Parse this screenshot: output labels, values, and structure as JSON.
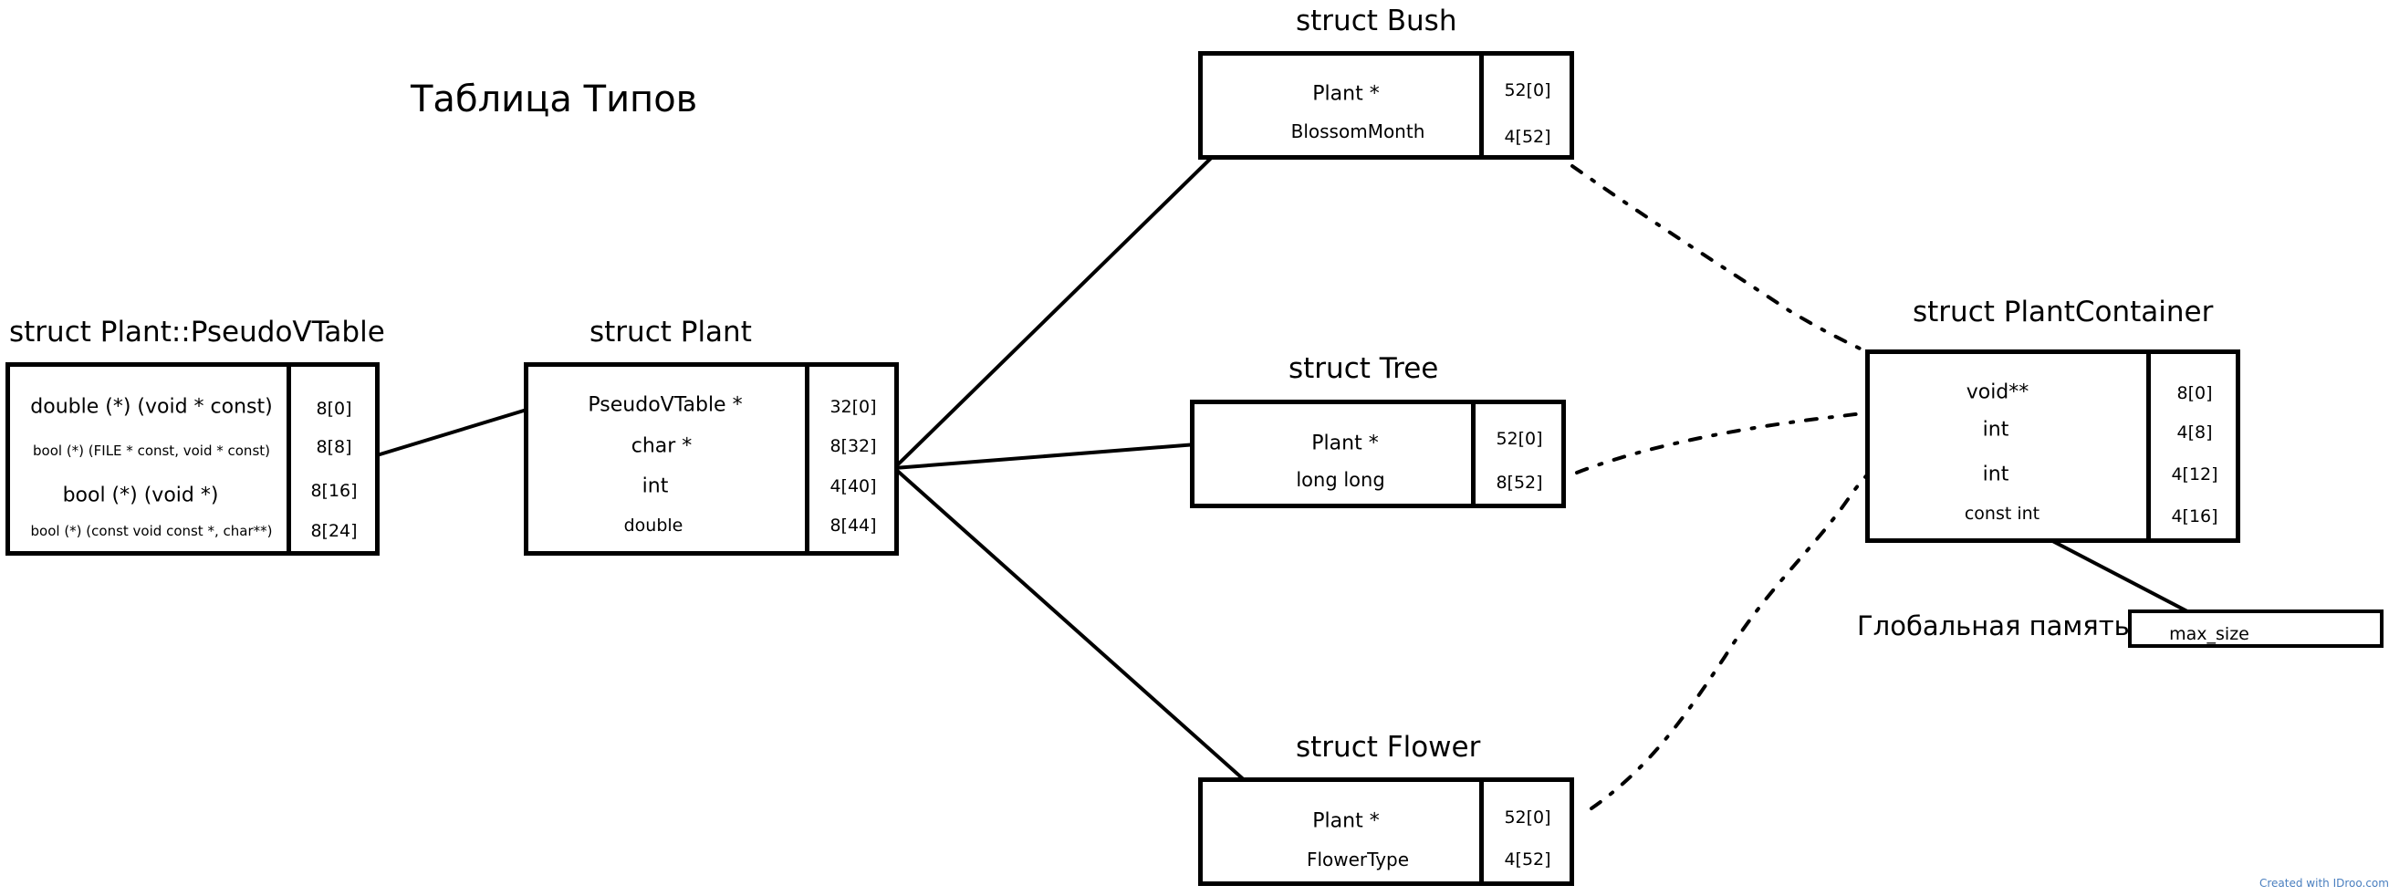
{
  "heading": "Таблица Типов",
  "vtable": {
    "title": "struct Plant::PseudoVTable",
    "rows": [
      {
        "type": "double (*) (void * const)",
        "offset": "8[0]"
      },
      {
        "type": "bool (*) (FILE * const, void * const)",
        "offset": "8[8]"
      },
      {
        "type": "bool (*) (void *)",
        "offset": "8[16]"
      },
      {
        "type": "bool (*) (const void const *, char**)",
        "offset": "8[24]"
      }
    ]
  },
  "plant": {
    "title": "struct Plant",
    "rows": [
      {
        "type": "PseudoVTable *",
        "offset": "32[0]"
      },
      {
        "type": "char *",
        "offset": "8[32]"
      },
      {
        "type": "int",
        "offset": "4[40]"
      },
      {
        "type": "double",
        "offset": "8[44]"
      }
    ]
  },
  "bush": {
    "title": "struct Bush",
    "rows": [
      {
        "type": "Plant *",
        "offset": "52[0]"
      },
      {
        "type": "BlossomMonth",
        "offset": "4[52]"
      }
    ]
  },
  "tree": {
    "title": "struct Tree",
    "rows": [
      {
        "type": "Plant *",
        "offset": "52[0]"
      },
      {
        "type": "long long",
        "offset": "8[52]"
      }
    ]
  },
  "flower": {
    "title": "struct Flower",
    "rows": [
      {
        "type": "Plant *",
        "offset": "52[0]"
      },
      {
        "type": "FlowerType",
        "offset": "4[52]"
      }
    ]
  },
  "container": {
    "title": "struct PlantContainer",
    "rows": [
      {
        "type": "void**",
        "offset": "8[0]"
      },
      {
        "type": "int",
        "offset": "4[8]"
      },
      {
        "type": "int",
        "offset": "4[12]"
      },
      {
        "type": "const int",
        "offset": "4[16]"
      }
    ]
  },
  "global": {
    "label": "Глобальная память",
    "value": "max_size"
  },
  "credit": "Created with IDroo.com"
}
